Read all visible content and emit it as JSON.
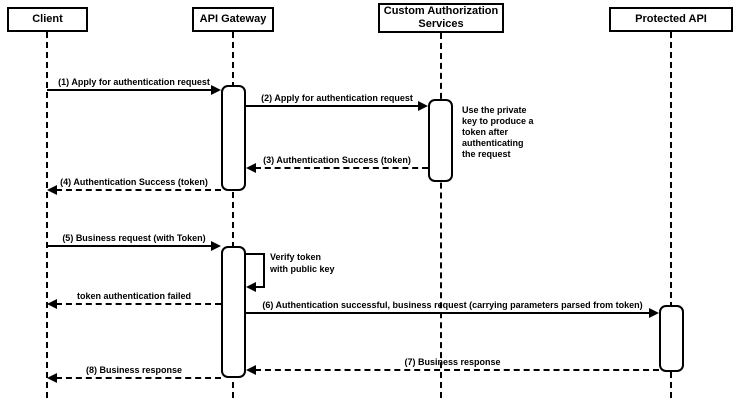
{
  "diagram": {
    "type": "uml-sequence-diagram",
    "colors": {
      "line": "#000000",
      "background": "#ffffff",
      "shape_fill": "#ffffff",
      "text": "#000000"
    },
    "actors": [
      {
        "name": "Client"
      },
      {
        "name": "API Gateway"
      },
      {
        "name": "Custom Authorization Services"
      },
      {
        "name": "Protected API"
      }
    ],
    "messages": [
      {
        "label": "(1) Apply for authentication request",
        "from": "Client",
        "to": "API Gateway",
        "style": "solid"
      },
      {
        "label": "(2) Apply for authentication request",
        "from": "API Gateway",
        "to": "Custom Authorization Services",
        "style": "solid"
      },
      {
        "label": "(3) Authentication Success (token)",
        "from": "Custom Authorization Services",
        "to": "API Gateway",
        "style": "dashed"
      },
      {
        "label": "(4) Authentication Success (token)",
        "from": "API Gateway",
        "to": "Client",
        "style": "dashed"
      },
      {
        "label": "(5) Business request (with Token)",
        "from": "Client",
        "to": "API Gateway",
        "style": "solid"
      },
      {
        "label": "Verify token\nwith public key",
        "from": "API Gateway",
        "to": "API Gateway",
        "style": "self"
      },
      {
        "label": "token authentication failed",
        "from": "API Gateway",
        "to": "Client",
        "style": "dashed"
      },
      {
        "label": "(6) Authentication successful, business request (carrying parameters parsed from token)",
        "from": "API Gateway",
        "to": "Protected API",
        "style": "solid"
      },
      {
        "label": "(7) Business response",
        "from": "Protected API",
        "to": "API Gateway",
        "style": "dashed"
      },
      {
        "label": "(8) Business response",
        "from": "API Gateway",
        "to": "Client",
        "style": "dashed"
      }
    ],
    "note": {
      "text": "Use the private\nkey to produce a\ntoken after\nauthenticating\nthe request"
    }
  }
}
